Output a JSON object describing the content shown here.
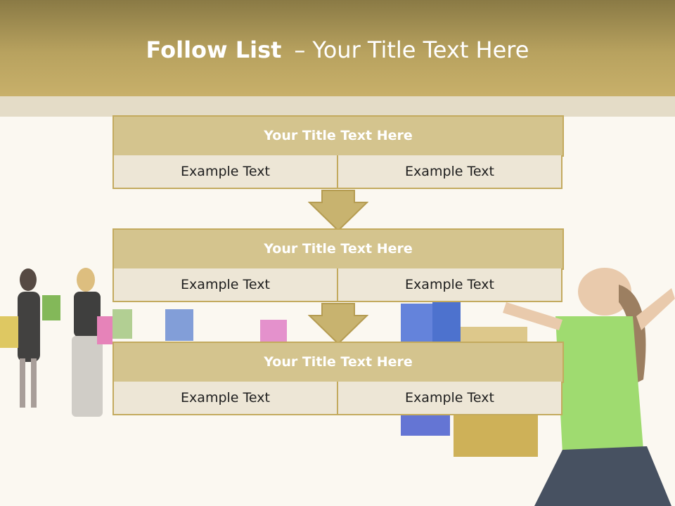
{
  "slide": {
    "title_bold": "Follow List",
    "title_dash": "–",
    "title_rest": "Your Title Text Here"
  },
  "blocks": [
    {
      "title": "Your Title Text Here",
      "left": "Example Text",
      "right": "Example Text"
    },
    {
      "title": "Your Title Text Here",
      "left": "Example Text",
      "right": "Example Text"
    },
    {
      "title": "Your Title Text Here",
      "left": "Example Text",
      "right": "Example Text"
    }
  ],
  "colors": {
    "header": "#b8a25f",
    "block_head": "#d4c48e",
    "block_cell": "#ede6d6",
    "border": "#c3aa5e",
    "arrow": "#c8b36f"
  },
  "image": "shoppers-with-bags-photo"
}
